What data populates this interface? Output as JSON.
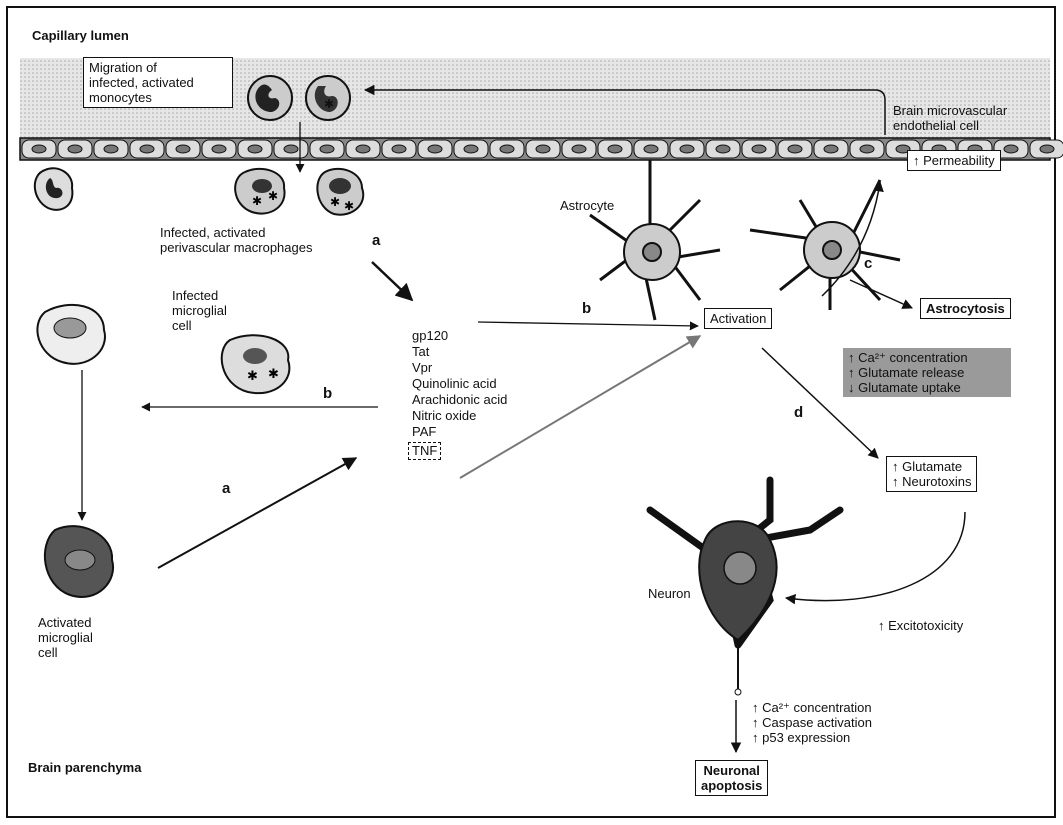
{
  "labels": {
    "capillary_lumen": "Capillary lumen",
    "brain_parenchyma": "Brain parenchyma",
    "migration": [
      "Migration of",
      "infected, activated",
      "monocytes"
    ],
    "endothelial": [
      "Brain microvascular",
      "endothelial cell"
    ],
    "astrocyte": "Astrocyte",
    "perivascular": [
      "Infected, activated",
      "perivascular macrophages"
    ],
    "infected_microglia": [
      "Infected",
      "microglial",
      "cell"
    ],
    "activated_microglia": [
      "Activated",
      "microglial",
      "cell"
    ],
    "neuron": "Neuron",
    "activation": "Activation",
    "astrocytosis": "Astrocytosis",
    "permeability": "↑ Permeability",
    "calcium_box": [
      "↑ Ca²⁺ concentration",
      "↑ Glutamate release",
      "↓ Glutamate uptake"
    ],
    "glutamate_box": [
      "↑ Glutamate",
      "↑ Neurotoxins"
    ],
    "excitotoxicity": "↑ Excitotoxicity",
    "apoptosis_list": [
      "↑ Ca²⁺ concentration",
      "↑ Caspase activation",
      "↑ p53 expression"
    ],
    "neuronal_apoptosis": [
      "Neuronal",
      "apoptosis"
    ]
  },
  "factors": [
    "gp120",
    "Tat",
    "Vpr",
    "Quinolinic acid",
    "Arachidonic acid",
    "Nitric oxide",
    "PAF"
  ],
  "factor_dashed": "TNF",
  "letters": {
    "a_top": "a",
    "a_bottom": "a",
    "b_top": "b",
    "b_left": "b",
    "c": "c",
    "d": "d"
  }
}
